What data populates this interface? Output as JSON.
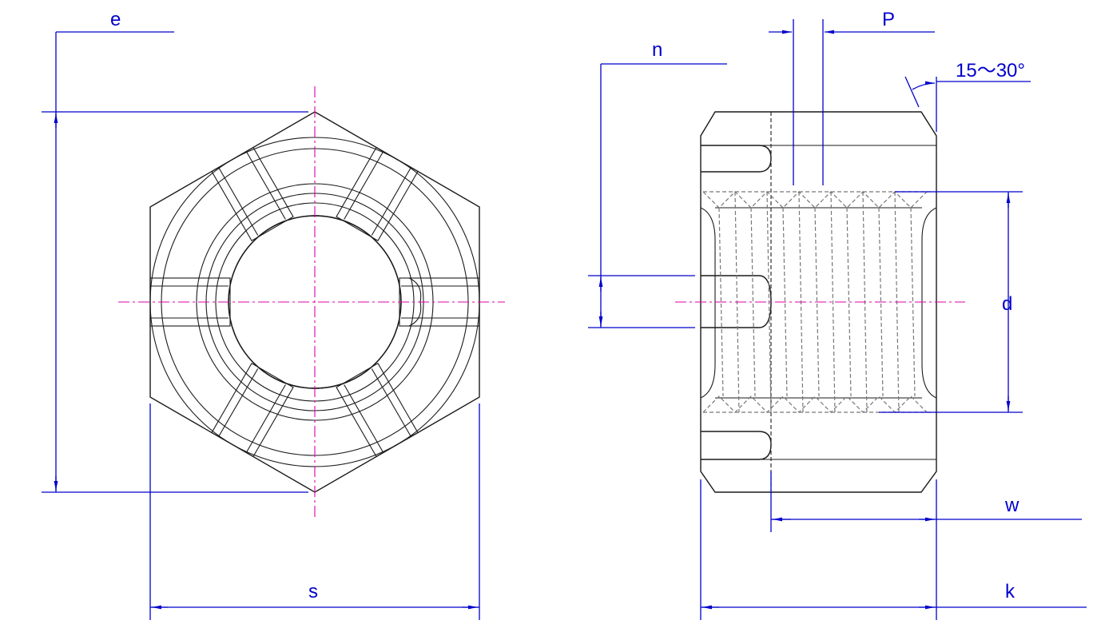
{
  "labels": {
    "e": "e",
    "s": "s",
    "n": "n",
    "p": "P",
    "angle": "15～30°",
    "d": "d",
    "w": "w",
    "k": "k"
  },
  "colors": {
    "dimension": "#0000cc",
    "center_line": "#dd00aa",
    "object": "#1a1a1a",
    "hidden": "#777777"
  }
}
